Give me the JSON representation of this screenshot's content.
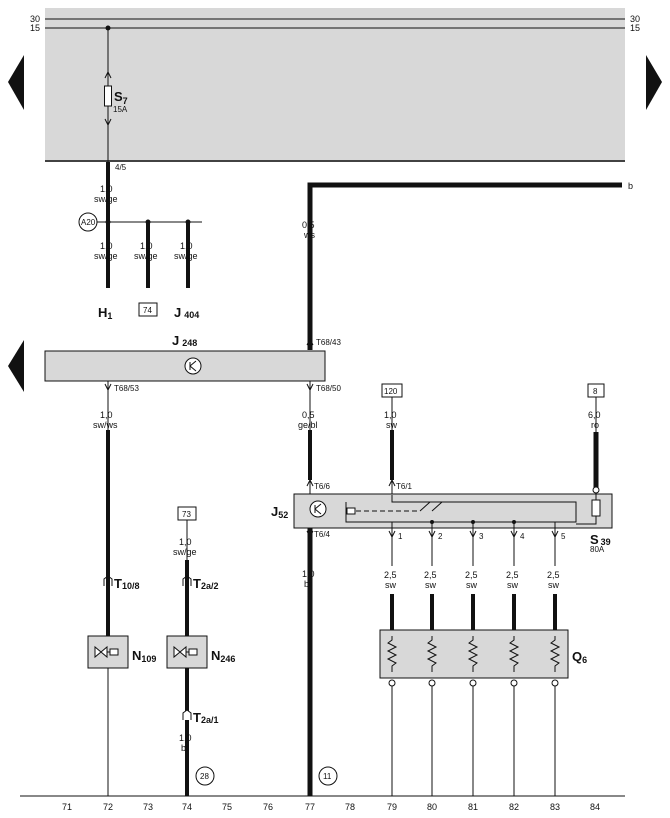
{
  "rails": {
    "left_30": "30",
    "left_15": "15",
    "right_30": "30",
    "right_15": "15"
  },
  "fuse_s7": {
    "name": "S",
    "sub": "7",
    "rating": "15A",
    "terminal": "4/5"
  },
  "wire_main": {
    "gauge": "1,0",
    "color": "sw/ge"
  },
  "splice_a20": "A20",
  "branches": [
    {
      "gauge": "1,0",
      "color": "sw/ge"
    },
    {
      "gauge": "1,0",
      "color": "sw/ge"
    },
    {
      "gauge": "1,0",
      "color": "sw/ge"
    }
  ],
  "branch_targets": {
    "h1_name": "H",
    "h1_sub": "1",
    "ref74": "74",
    "j404_name": "J",
    "j404_sub": "404"
  },
  "line_b": "b",
  "wire_ws": {
    "gauge": "0,5",
    "color": "ws"
  },
  "j248": {
    "name": "J",
    "sub": "248",
    "pin_t68_43": "T68/43",
    "pin_t68_53": "T68/53",
    "pin_t68_50": "T68/50"
  },
  "wire_swws": {
    "gauge": "1,0",
    "color": "sw/ws"
  },
  "wire_gebl": {
    "gauge": "0,5",
    "color": "ge/bl"
  },
  "ref120": "120",
  "wire_120": {
    "gauge": "1,0",
    "color": "sw"
  },
  "ref8": "8",
  "wire_8": {
    "gauge": "6,0",
    "color": "ro"
  },
  "j52": {
    "name": "J",
    "sub": "52",
    "pin_t6_6": "T6/6",
    "pin_t6_1": "T6/1",
    "pin_t6_4": "T6/4"
  },
  "s39": {
    "name": "S",
    "sub": "39",
    "rating": "80A"
  },
  "outputs": [
    {
      "num": "1",
      "gauge": "2,5",
      "color": "sw"
    },
    {
      "num": "2",
      "gauge": "2,5",
      "color": "sw"
    },
    {
      "num": "3",
      "gauge": "2,5",
      "color": "sw"
    },
    {
      "num": "4",
      "gauge": "2,5",
      "color": "sw"
    },
    {
      "num": "5",
      "gauge": "2,5",
      "color": "sw"
    }
  ],
  "ref73": "73",
  "wire_73": {
    "gauge": "1,0",
    "color": "sw/ge"
  },
  "wire_br": {
    "gauge": "1,0",
    "color": "br"
  },
  "wire_br2": {
    "gauge": "1,0",
    "color": "br"
  },
  "conn_t10": {
    "name": "T",
    "sub": "10/8"
  },
  "conn_t2a2": {
    "name": "T",
    "sub": "2a/2"
  },
  "conn_t2a1": {
    "name": "T",
    "sub": "2a/1"
  },
  "n109": {
    "name": "N",
    "sub": "109"
  },
  "n246": {
    "name": "N",
    "sub": "246"
  },
  "q6": {
    "name": "Q",
    "sub": "6"
  },
  "ground28": "28",
  "ground11": "11",
  "scale": [
    "71",
    "72",
    "73",
    "74",
    "75",
    "76",
    "77",
    "78",
    "79",
    "80",
    "81",
    "82",
    "83",
    "84"
  ]
}
